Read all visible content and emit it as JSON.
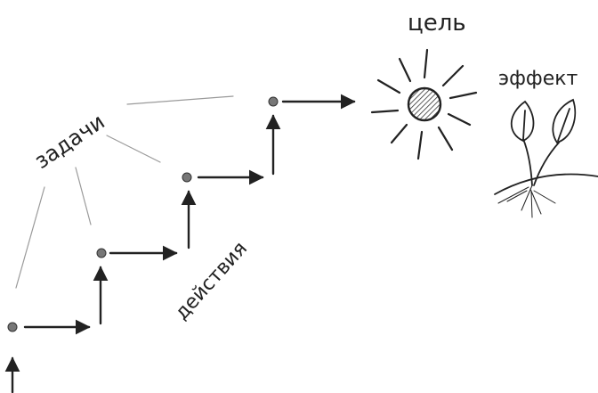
{
  "labels": {
    "goal": "цель",
    "effect": "эффект",
    "tasks": "задачи",
    "actions": "действия"
  },
  "colors": {
    "ink": "#222222",
    "guide_line": "#9a9a9a",
    "dot": "#777777"
  },
  "icons": [
    "sun-icon",
    "sprout-icon",
    "dot-icon"
  ]
}
